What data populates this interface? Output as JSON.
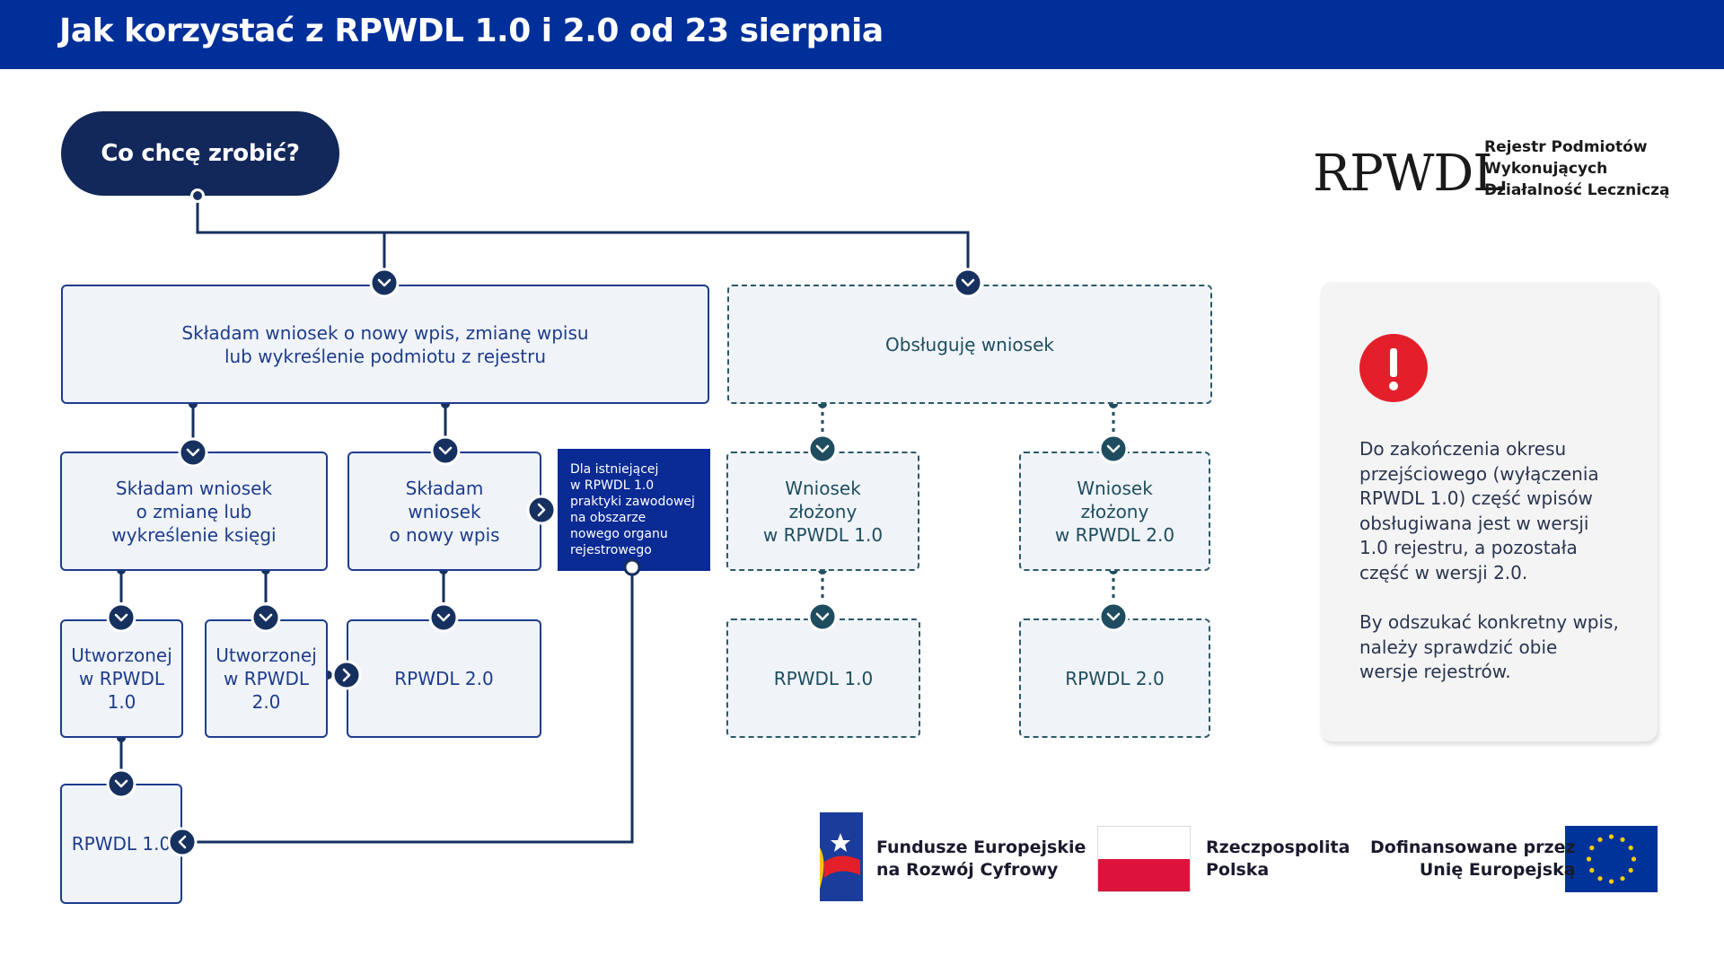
{
  "header": {
    "title": "Jak korzystać z RPWDL 1.0 i 2.0 od 23 sierpnia"
  },
  "start": {
    "label": "Co chcę zrobić?"
  },
  "logo": {
    "wordmark": "RPWDL",
    "subtitle": [
      "Rejestr Podmiotów",
      "Wykonujących",
      "Działalność Leczniczą"
    ]
  },
  "diagram": {
    "apply": [
      "Składam wniosek o nowy wpis, zmianę wpisu",
      "lub wykreślenie podmiotu z rejestru"
    ],
    "handle": "Obsługuję wniosek",
    "change_book": [
      "Składam wniosek",
      "o zmianę lub",
      "wykreślenie księgi"
    ],
    "new_entry": [
      "Składam",
      "wniosek",
      "o nowy wpis"
    ],
    "note": [
      "Dla istniejącej",
      "w RPWDL 1.0",
      "praktyki zawodowej",
      "na obszarze",
      "nowego organu",
      "rejestrowego"
    ],
    "created_v1": [
      "Utworzonej",
      "w RPWDL 1.0"
    ],
    "created_v2": [
      "Utworzonej",
      "w RPWDL 2.0"
    ],
    "result_new": "RPWDL 2.0",
    "result_v1_final": "RPWDL 1.0",
    "filed_v1": [
      "Wniosek",
      "złożony",
      "w RPWDL 1.0"
    ],
    "filed_v2": [
      "Wniosek",
      "złożony",
      "w RPWDL 2.0"
    ],
    "result_filed_v1": "RPWDL 1.0",
    "result_filed_v2": "RPWDL 2.0"
  },
  "callout": {
    "paragraph1": [
      "Do zakończenia okresu",
      "przejściowego (wyłączenia",
      "RPWDL 1.0) część wpisów",
      "obsługiwana jest w wersji",
      "1.0 rejestru, a pozostała",
      "część w wersji 2.0."
    ],
    "paragraph2": [
      "By odszukać konkretny wpis,",
      "należy sprawdzić obie",
      "wersje rejestrów."
    ]
  },
  "footer": {
    "fe": [
      "Fundusze Europejskie",
      "na Rozwój Cyfrowy"
    ],
    "rp": [
      "Rzeczpospolita",
      "Polska"
    ],
    "ue": [
      "Dofinansowane przez",
      "Unię Europejską"
    ]
  },
  "colors": {
    "header": "#002f99",
    "navy": "#12285a",
    "primary": "#1e3c8c",
    "teal": "#1f4d60",
    "warning": "#e3202a"
  }
}
